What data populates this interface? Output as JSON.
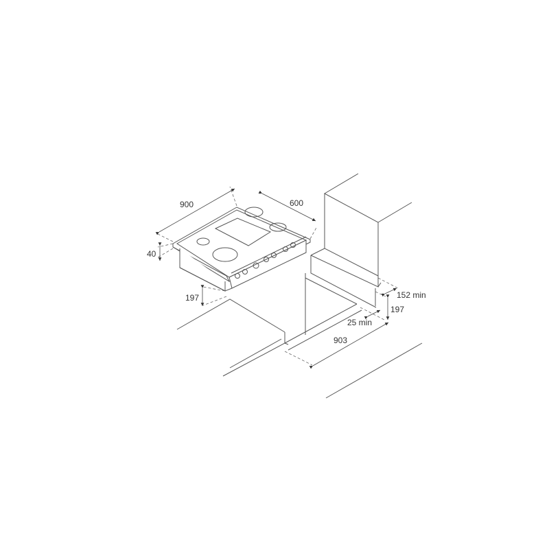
{
  "diagram": {
    "type": "isometric installation drawing",
    "subject": "built-in cooktop with front control knobs",
    "dimensions": {
      "cooktop_width": "900",
      "cooktop_depth": "600",
      "cooktop_height": "40",
      "under_body_height": "197",
      "cutout_rear_min": "152 min",
      "cutout_height": "197",
      "front_clearance_min": "25 min",
      "cutout_width": "903"
    }
  }
}
